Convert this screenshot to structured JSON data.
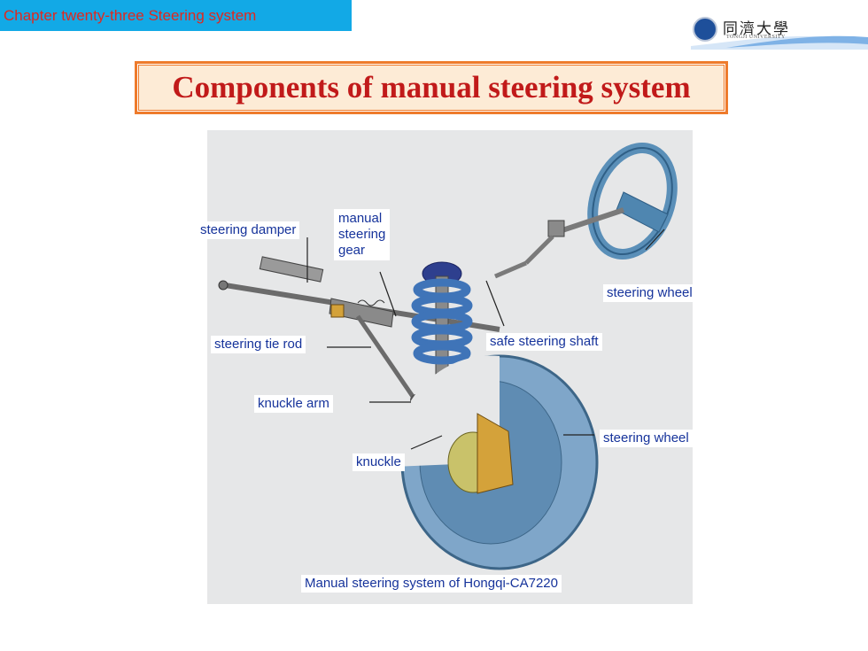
{
  "header": {
    "chapter": "Chapter twenty-three Steering system",
    "logo_cn": "同濟大學",
    "logo_en": "TONGJI UNIVERSITY"
  },
  "title": "Components of manual steering system",
  "diagram": {
    "labels": {
      "steering_damper": "steering damper",
      "manual_steering_gear": "manual\nsteering\ngear",
      "steering_wheel_upper": "steering wheel",
      "steering_tie_rod": "steering tie rod",
      "safe_steering_shaft": "safe steering shaft",
      "knuckle_arm": "knuckle arm",
      "steering_wheel_lower": "steering wheel",
      "knuckle": "knuckle"
    },
    "caption": "Manual steering system of Hongqi-CA7220"
  },
  "colors": {
    "chapter_bg": "#12a9e6",
    "chapter_text": "#e0281e",
    "title_border": "#ee7b2c",
    "title_text": "#c11a1a",
    "label_text": "#16339b"
  }
}
